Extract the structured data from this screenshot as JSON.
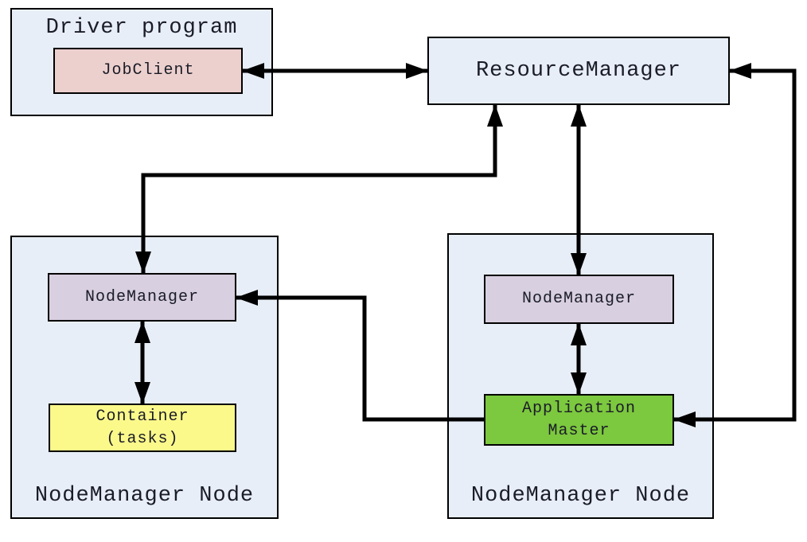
{
  "colors": {
    "canvas_bg": "#ffffff",
    "node_fill": "#e8eef7",
    "node_border": "#000000",
    "jobclient_fill": "#ecd0cd",
    "nodemanager_fill": "#d8cfe0",
    "container_fill": "#fcf98b",
    "appmaster_fill": "#7cc83e",
    "text_color": "#1a1c28",
    "connector_color": "#000000"
  },
  "driver_program": {
    "title": "Driver program",
    "jobclient_label": "JobClient"
  },
  "resource_manager": {
    "label": "ResourceManager"
  },
  "left_node": {
    "node_manager_label": "NodeManager",
    "container_line1": "Container",
    "container_line2": "(tasks)",
    "node_label": "NodeManager Node"
  },
  "right_node": {
    "node_manager_label": "NodeManager",
    "app_master_line1": "Application",
    "app_master_line2": "Master",
    "node_label": "NodeManager Node"
  },
  "connectors": [
    {
      "id": "jobclient-resourcemanager",
      "from": "JobClient",
      "to": "ResourceManager",
      "bidirectional": true
    },
    {
      "id": "resourcemanager-right-nodemanager",
      "from": "ResourceManager",
      "to": "NodeManager (right node)",
      "bidirectional": true
    },
    {
      "id": "resourcemanager-left-nodemanager",
      "from": "ResourceManager",
      "to": "NodeManager (left node)",
      "bidirectional": true
    },
    {
      "id": "left-nodemanager-container",
      "from": "NodeManager (left node)",
      "to": "Container (tasks)",
      "bidirectional": true
    },
    {
      "id": "right-nodemanager-appmaster",
      "from": "NodeManager (right node)",
      "to": "Application Master",
      "bidirectional": true
    },
    {
      "id": "appmaster-left-nodemanager",
      "from": "Application Master",
      "to": "NodeManager (left node)",
      "bidirectional": false
    },
    {
      "id": "appmaster-resourcemanager-loop",
      "from": "Application Master",
      "to": "ResourceManager",
      "bidirectional": true
    }
  ]
}
